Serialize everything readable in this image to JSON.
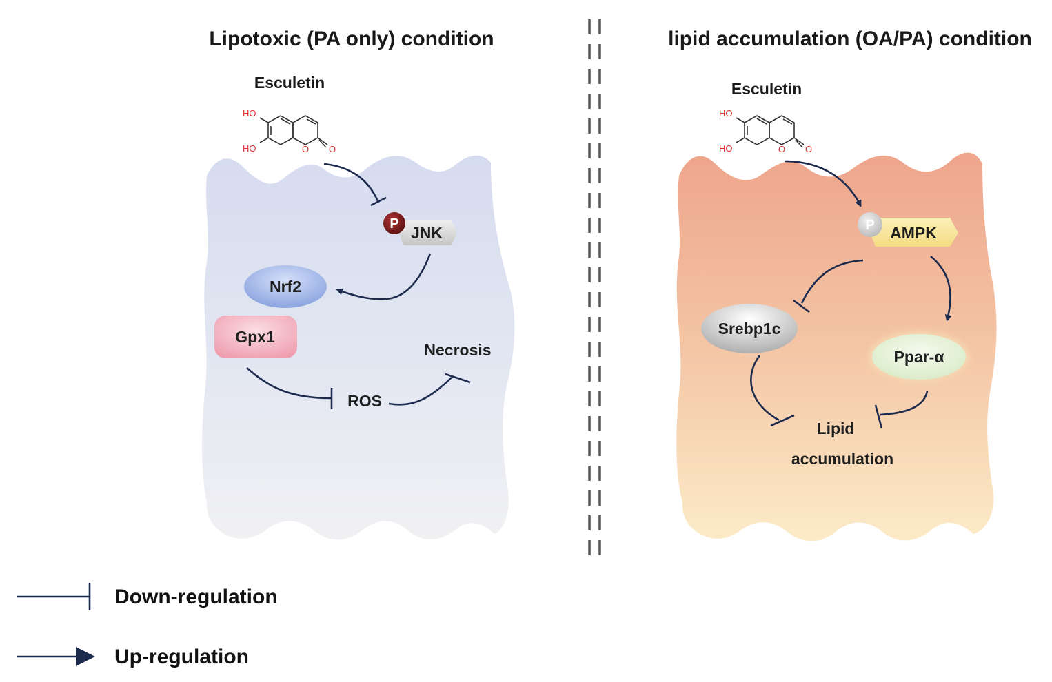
{
  "left_panel": {
    "title": "Lipotoxic (PA only) condition",
    "compound": "Esculetin",
    "nodes": {
      "p": "P",
      "jnk": "JNK",
      "nrf2": "Nrf2",
      "gpx1": "Gpx1",
      "ros": "ROS",
      "necrosis": "Necrosis"
    }
  },
  "right_panel": {
    "title": "lipid accumulation (OA/PA) condition",
    "compound": "Esculetin",
    "nodes": {
      "p": "P",
      "ampk": "AMPK",
      "srebp1c": "Srebp1c",
      "ppar": "Ppar-α",
      "lipid_line1": "Lipid",
      "lipid_line2": "accumulation"
    }
  },
  "structure_atoms": {
    "ho": "HO",
    "o": "O"
  },
  "legend": {
    "down": "Down-regulation",
    "up": "Up-regulation"
  },
  "colors": {
    "arrow": "#1c2a4e",
    "left_cell": "#d8def0",
    "right_cell_top": "#eea88f",
    "right_cell_bottom": "#fbe6c2",
    "nrf2": "#8fa6e0",
    "gpx1": "#f1a7b5",
    "ampk": "#f7e49a",
    "ppar": "#e4f2d6",
    "phospho_dark": "#7a1a1a",
    "phospho_light": "#cccccc"
  }
}
